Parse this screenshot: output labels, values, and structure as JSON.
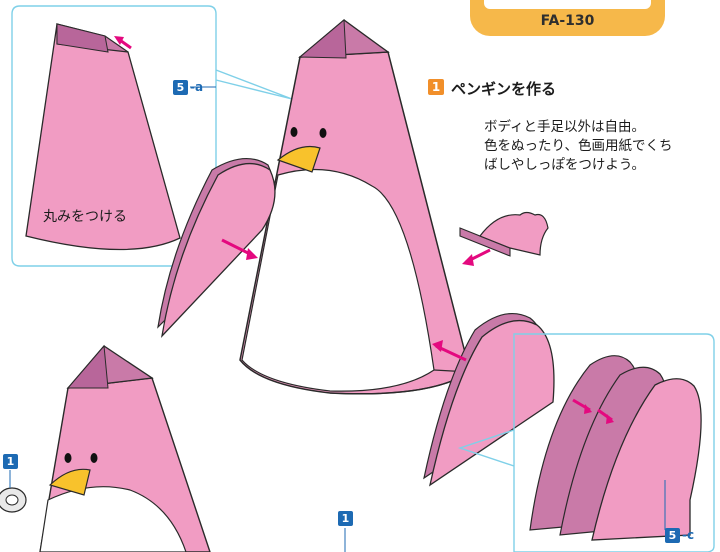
{
  "header": {
    "model_code": "FA-130"
  },
  "step": {
    "number": "1",
    "title": "ペンギンを作る"
  },
  "description": {
    "line1": "ボディと手足以外は自由。",
    "line2": "色をぬったり、色画用紙でくち",
    "line3": "ばしやしっぽをつけよう。"
  },
  "callout_top": {
    "label": "丸みをつける",
    "ref_number": "5",
    "ref_suffix": "-a"
  },
  "callout_wing": {
    "ref_number": "5",
    "ref_suffix": "-c"
  },
  "bottom_refs": {
    "left_number": "1",
    "center_number": "1"
  },
  "colors": {
    "penguin_pink": "#f19cc3",
    "penguin_pink_dark": "#c97aa8",
    "beak": "#f8c22c",
    "arrow": "#e4097f",
    "callout_border": "#7fd0e8",
    "badge_orange": "#f18f2a",
    "badge_blue": "#1d6ab3",
    "banner": "#f6b84a"
  }
}
